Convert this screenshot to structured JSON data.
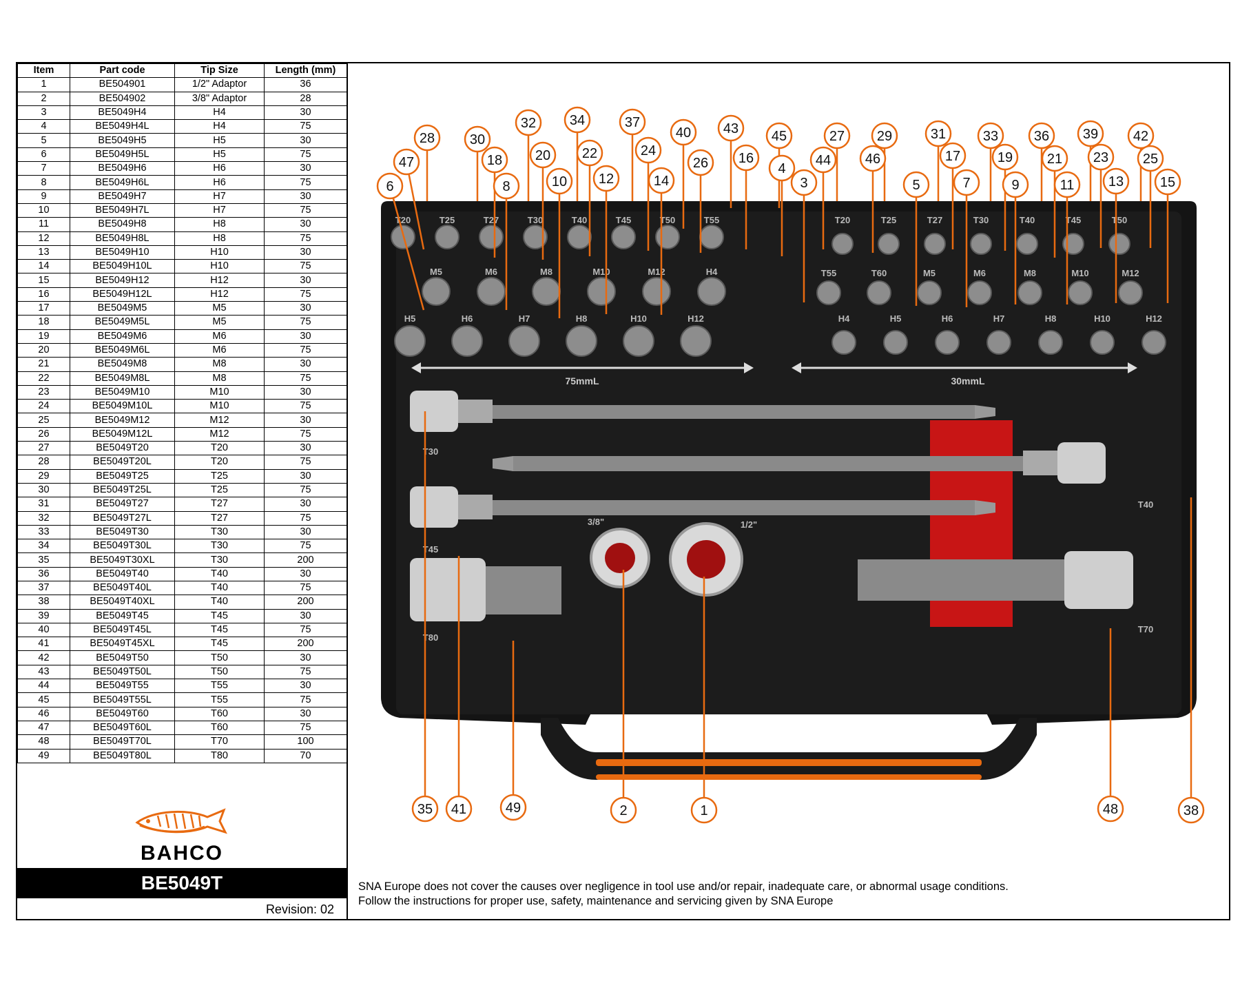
{
  "table": {
    "headers": [
      "Item",
      "Part code",
      "Tip Size",
      "Length (mm)"
    ],
    "rows": [
      [
        "1",
        "BE504901",
        "1/2\" Adaptor",
        "36"
      ],
      [
        "2",
        "BE504902",
        "3/8\" Adaptor",
        "28"
      ],
      [
        "3",
        "BE5049H4",
        "H4",
        "30"
      ],
      [
        "4",
        "BE5049H4L",
        "H4",
        "75"
      ],
      [
        "5",
        "BE5049H5",
        "H5",
        "30"
      ],
      [
        "6",
        "BE5049H5L",
        "H5",
        "75"
      ],
      [
        "7",
        "BE5049H6",
        "H6",
        "30"
      ],
      [
        "8",
        "BE5049H6L",
        "H6",
        "75"
      ],
      [
        "9",
        "BE5049H7",
        "H7",
        "30"
      ],
      [
        "10",
        "BE5049H7L",
        "H7",
        "75"
      ],
      [
        "11",
        "BE5049H8",
        "H8",
        "30"
      ],
      [
        "12",
        "BE5049H8L",
        "H8",
        "75"
      ],
      [
        "13",
        "BE5049H10",
        "H10",
        "30"
      ],
      [
        "14",
        "BE5049H10L",
        "H10",
        "75"
      ],
      [
        "15",
        "BE5049H12",
        "H12",
        "30"
      ],
      [
        "16",
        "BE5049H12L",
        "H12",
        "75"
      ],
      [
        "17",
        "BE5049M5",
        "M5",
        "30"
      ],
      [
        "18",
        "BE5049M5L",
        "M5",
        "75"
      ],
      [
        "19",
        "BE5049M6",
        "M6",
        "30"
      ],
      [
        "20",
        "BE5049M6L",
        "M6",
        "75"
      ],
      [
        "21",
        "BE5049M8",
        "M8",
        "30"
      ],
      [
        "22",
        "BE5049M8L",
        "M8",
        "75"
      ],
      [
        "23",
        "BE5049M10",
        "M10",
        "30"
      ],
      [
        "24",
        "BE5049M10L",
        "M10",
        "75"
      ],
      [
        "25",
        "BE5049M12",
        "M12",
        "30"
      ],
      [
        "26",
        "BE5049M12L",
        "M12",
        "75"
      ],
      [
        "27",
        "BE5049T20",
        "T20",
        "30"
      ],
      [
        "28",
        "BE5049T20L",
        "T20",
        "75"
      ],
      [
        "29",
        "BE5049T25",
        "T25",
        "30"
      ],
      [
        "30",
        "BE5049T25L",
        "T25",
        "75"
      ],
      [
        "31",
        "BE5049T27",
        "T27",
        "30"
      ],
      [
        "32",
        "BE5049T27L",
        "T27",
        "75"
      ],
      [
        "33",
        "BE5049T30",
        "T30",
        "30"
      ],
      [
        "34",
        "BE5049T30L",
        "T30",
        "75"
      ],
      [
        "35",
        "BE5049T30XL",
        "T30",
        "200"
      ],
      [
        "36",
        "BE5049T40",
        "T40",
        "30"
      ],
      [
        "37",
        "BE5049T40L",
        "T40",
        "75"
      ],
      [
        "38",
        "BE5049T40XL",
        "T40",
        "200"
      ],
      [
        "39",
        "BE5049T45",
        "T45",
        "30"
      ],
      [
        "40",
        "BE5049T45L",
        "T45",
        "75"
      ],
      [
        "41",
        "BE5049T45XL",
        "T45",
        "200"
      ],
      [
        "42",
        "BE5049T50",
        "T50",
        "30"
      ],
      [
        "43",
        "BE5049T50L",
        "T50",
        "75"
      ],
      [
        "44",
        "BE5049T55",
        "T55",
        "30"
      ],
      [
        "45",
        "BE5049T55L",
        "T55",
        "75"
      ],
      [
        "46",
        "BE5049T60",
        "T60",
        "30"
      ],
      [
        "47",
        "BE5049T60L",
        "T60",
        "75"
      ],
      [
        "48",
        "BE5049T70L",
        "T70",
        "100"
      ],
      [
        "49",
        "BE5049T80L",
        "T80",
        "70"
      ]
    ]
  },
  "brand": {
    "name": "BAHCO",
    "model": "BE5049T",
    "revision": "Revision: 02"
  },
  "disclaimer": {
    "line1": "SNA Europe does not cover the causes over negligence in tool use and/or repair, inadequate care, or abnormal usage conditions.",
    "line2": "Follow the instructions for proper use, safety, maintenance and servicing given by SNA Europe"
  },
  "diagram": {
    "length_labels": {
      "long": "75mmL",
      "short": "30mmL"
    },
    "adaptor_labels": {
      "small": "3/8\"",
      "large": "1/2\""
    },
    "long_bit_labels": [
      "T30",
      "T40",
      "T45",
      "T70",
      "T80"
    ],
    "row1_left_tips": [
      "T20",
      "T25",
      "T27",
      "T30",
      "T40",
      "T45",
      "T50",
      "T55"
    ],
    "row1_right_tips": [
      "T20",
      "T25",
      "T27",
      "T30",
      "T40",
      "T45",
      "T50"
    ],
    "row2_left_tips": [
      "M5",
      "M6",
      "M8",
      "M10",
      "M12",
      "H4"
    ],
    "row2_right_tips": [
      "T55",
      "T60",
      "M5",
      "M6",
      "M8",
      "M10",
      "M12"
    ],
    "row3_left_tips": [
      "H5",
      "H6",
      "H7",
      "H8",
      "H10",
      "H12"
    ],
    "row3_right_tips": [
      "H4",
      "H5",
      "H6",
      "H7",
      "H8",
      "H10",
      "H12"
    ],
    "callout_numbers": [
      "28",
      "30",
      "32",
      "34",
      "37",
      "40",
      "43",
      "45",
      "27",
      "29",
      "31",
      "33",
      "36",
      "39",
      "42",
      "47",
      "18",
      "20",
      "22",
      "24",
      "26",
      "16",
      "4",
      "44",
      "46",
      "17",
      "19",
      "21",
      "23",
      "25",
      "6",
      "8",
      "10",
      "12",
      "14",
      "3",
      "5",
      "7",
      "9",
      "11",
      "13",
      "15",
      "35",
      "41",
      "49",
      "2",
      "1",
      "48",
      "38"
    ]
  },
  "colors": {
    "accent": "#e86a10",
    "case": "#141414",
    "foam": "#1c1c1c",
    "red_insert": "#c81515"
  }
}
